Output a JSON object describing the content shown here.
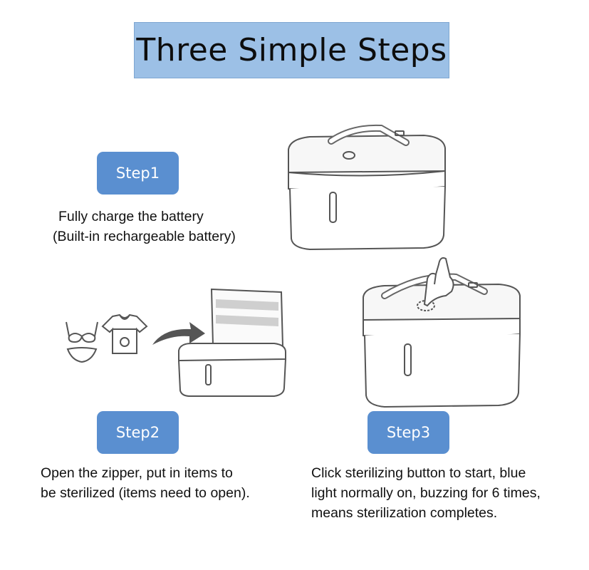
{
  "title": "Three Simple Steps",
  "steps": [
    {
      "label": "Step1",
      "lines": [
        "Fully charge the battery",
        "(Built-in rechargeable battery)"
      ]
    },
    {
      "label": "Step2",
      "lines": [
        "Open the zipper, put in items to",
        "be sterilized (items need to open)."
      ]
    },
    {
      "label": "Step3",
      "lines": [
        "Click sterilizing button to start, blue",
        "light normally on, buzzing for 6 times,",
        "means sterilization completes."
      ]
    }
  ],
  "colors": {
    "title_banner": "#9cc0e6",
    "step_badge": "#5a8fd0",
    "line_art": "#555555"
  },
  "icons": [
    "closed-sterilizer-bag-icon",
    "open-sterilizer-bag-icon",
    "bra-icon",
    "baby-clothes-icon",
    "arrow-icon",
    "hand-pressing-button-icon"
  ]
}
